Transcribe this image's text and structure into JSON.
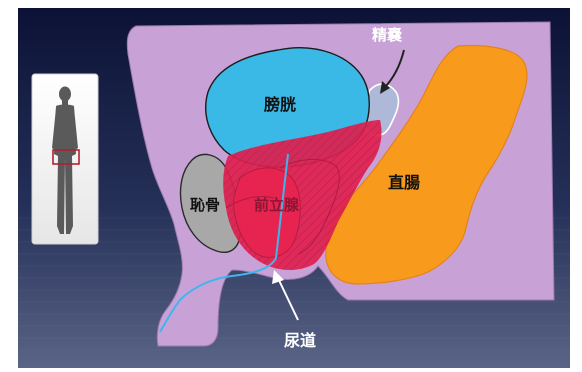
{
  "labels": {
    "bladder": "膀胱",
    "seminal_vesicle": "精嚢",
    "rectum": "直腸",
    "pubic_bone": "恥骨",
    "prostate": "前立腺",
    "urethra": "尿道"
  },
  "colors": {
    "background_top": "#0c1236",
    "background_bottom": "#5a6486",
    "pelvis": "#c8a2d6",
    "bladder": "#3ab8e6",
    "seminal_vesicle": "#aeb8d8",
    "rectum": "#f89a1c",
    "pubic_bone": "#a8a8a8",
    "prostate": "#e01e4e",
    "urethra_line": "#41b4ee",
    "inset_highlight": "#b02030"
  },
  "icons": {
    "inset": "human-silhouette-icon"
  }
}
